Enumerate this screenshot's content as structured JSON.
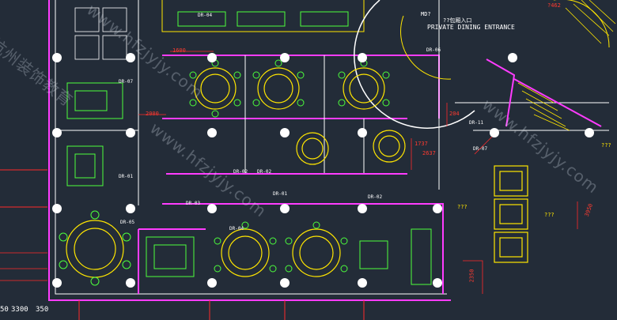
{
  "colors": {
    "background": "#232c38",
    "wall_magenta": "#ff3cff",
    "wall_yellow": "#ffe600",
    "wall_white": "#ffffff",
    "furniture_green": "#4cff3c",
    "furniture_cyan": "#2ee6ff",
    "dimension_red": "#ff2a2a"
  },
  "labels": {
    "md": "MD?",
    "entrance_cn": "??包厢入口",
    "entrance_en": "PRIVATE DINING ENTRANCE",
    "dim_1600": "1600",
    "dim_2000": "2000",
    "dim_1737": "1737",
    "dim_2637": "2637",
    "dim_204": "204",
    "dim_3950": "3950",
    "dim_462": "?462",
    "dim_2350": "2350",
    "bottom_dims": [
      "50",
      "3300",
      "350"
    ],
    "qqq": [
      "???",
      "???",
      "???"
    ],
    "door_tags": [
      "DR-06",
      "DR-11",
      "DR-07",
      "DR-02",
      "DR-01",
      "DR-02",
      "DR-03",
      "DR-05",
      "DR-04",
      "DR-01",
      "DR-07",
      "DR-04",
      "DR-02"
    ]
  },
  "watermarks": [
    "www.hfzjyjy.com",
    "www.hfzjyjy.com",
    "杭州装饰教育",
    "www.hfzjyjy.com"
  ]
}
